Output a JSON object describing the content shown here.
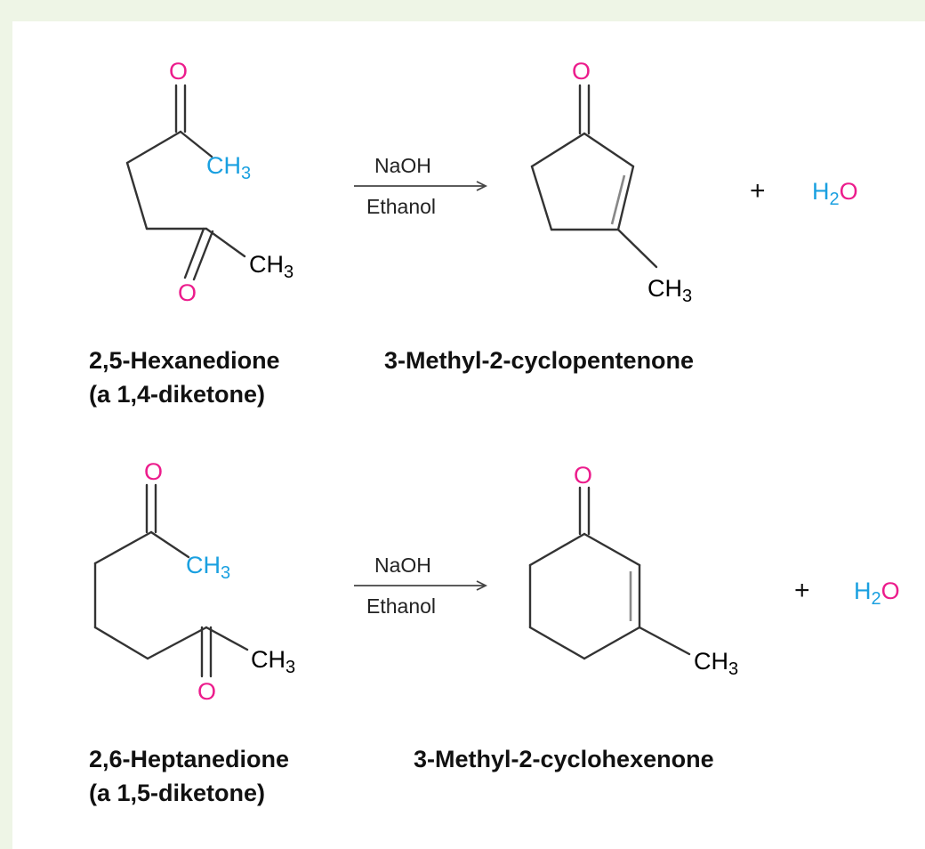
{
  "reactions": [
    {
      "reactant": {
        "name": "2,5-Hexanedione",
        "class": "(a 1,4-diketone)",
        "atoms": {
          "o_top": "O",
          "o_bottom": "O",
          "ch3_top": "CH3",
          "ch3_bottom": "CH3"
        }
      },
      "reagent_above": "NaOH",
      "reagent_below": "Ethanol",
      "product": {
        "name": "3-Methyl-2-cyclopentenone",
        "atoms": {
          "o": "O",
          "ch3": "CH3"
        }
      },
      "plus": "+",
      "byproduct": "H2O"
    },
    {
      "reactant": {
        "name": "2,6-Heptanedione",
        "class": "(a 1,5-diketone)",
        "atoms": {
          "o_top": "O",
          "o_bottom": "O",
          "ch3_top": "CH3",
          "ch3_bottom": "CH3"
        }
      },
      "reagent_above": "NaOH",
      "reagent_below": "Ethanol",
      "product": {
        "name": "3-Methyl-2-cyclohexenone",
        "atoms": {
          "o": "O",
          "ch3": "CH3"
        }
      },
      "plus": "+",
      "byproduct": "H2O"
    }
  ],
  "colors": {
    "oxygen": "#ec1c8c",
    "highlight_blue": "#1aa0e0",
    "bond": "#333333",
    "background_band": "#eef5e6"
  }
}
